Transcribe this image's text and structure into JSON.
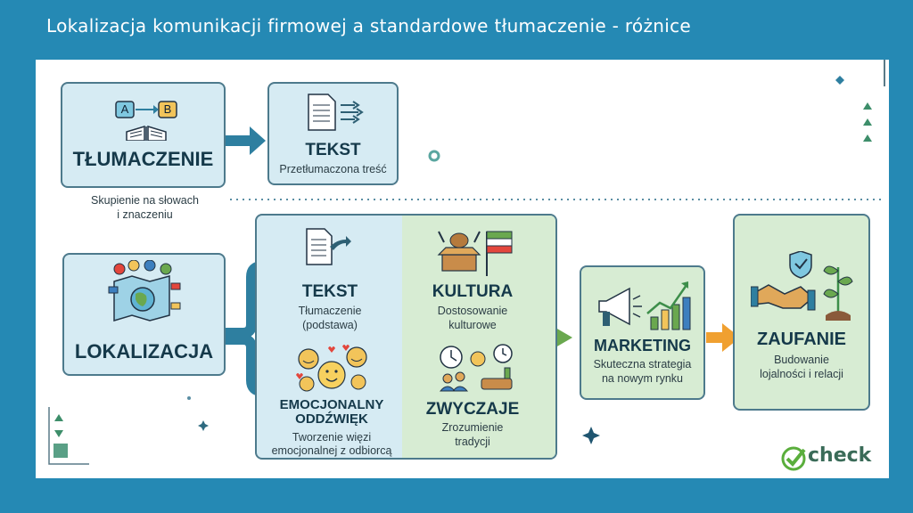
{
  "title": "Lokalizacja komunikacji firmowej a standardowe tłumaczenie - różnice",
  "translation": {
    "heading": "TŁUMACZENIE",
    "ab_left": "A",
    "ab_right": "B",
    "caption_line1": "Skupienie na słowach",
    "caption_line2": "i znaczeniu"
  },
  "text_top": {
    "heading": "TEKST",
    "subtitle": "Przetłumaczona treść"
  },
  "localization": {
    "heading": "LOKALIZACJA"
  },
  "text_mid": {
    "heading": "TEKST",
    "subtitle_line1": "Tłumaczenie",
    "subtitle_line2": "(podstawa)"
  },
  "emotional": {
    "heading_line1": "EMOCJONALNY",
    "heading_line2": "ODDŹWIĘK",
    "subtitle_line1": "Tworzenie więzi",
    "subtitle_line2": "emocjonalnej z odbiorcą"
  },
  "culture": {
    "heading": "KULTURA",
    "subtitle_line1": "Dostosowanie",
    "subtitle_line2": "kulturowe"
  },
  "customs": {
    "heading": "ZWYCZAJE",
    "subtitle_line1": "Zrozumienie",
    "subtitle_line2": "tradycji"
  },
  "marketing": {
    "heading": "MARKETING",
    "subtitle_line1": "Skuteczna strategia",
    "subtitle_line2": "na nowym rynku"
  },
  "trust": {
    "heading": "ZAUFANIE",
    "subtitle_line1": "Budowanie",
    "subtitle_line2": "lojalności i relacji"
  },
  "logo": {
    "text": "check"
  },
  "colors": {
    "page_bg": "#2589b4",
    "box_blue": "#d6ebf3",
    "box_green": "#d7ecd3",
    "arrow_blue": "#2e7fa0",
    "arrow_green": "#6aa84f",
    "arrow_orange": "#f0a030",
    "logo_green": "#5aae3c"
  }
}
